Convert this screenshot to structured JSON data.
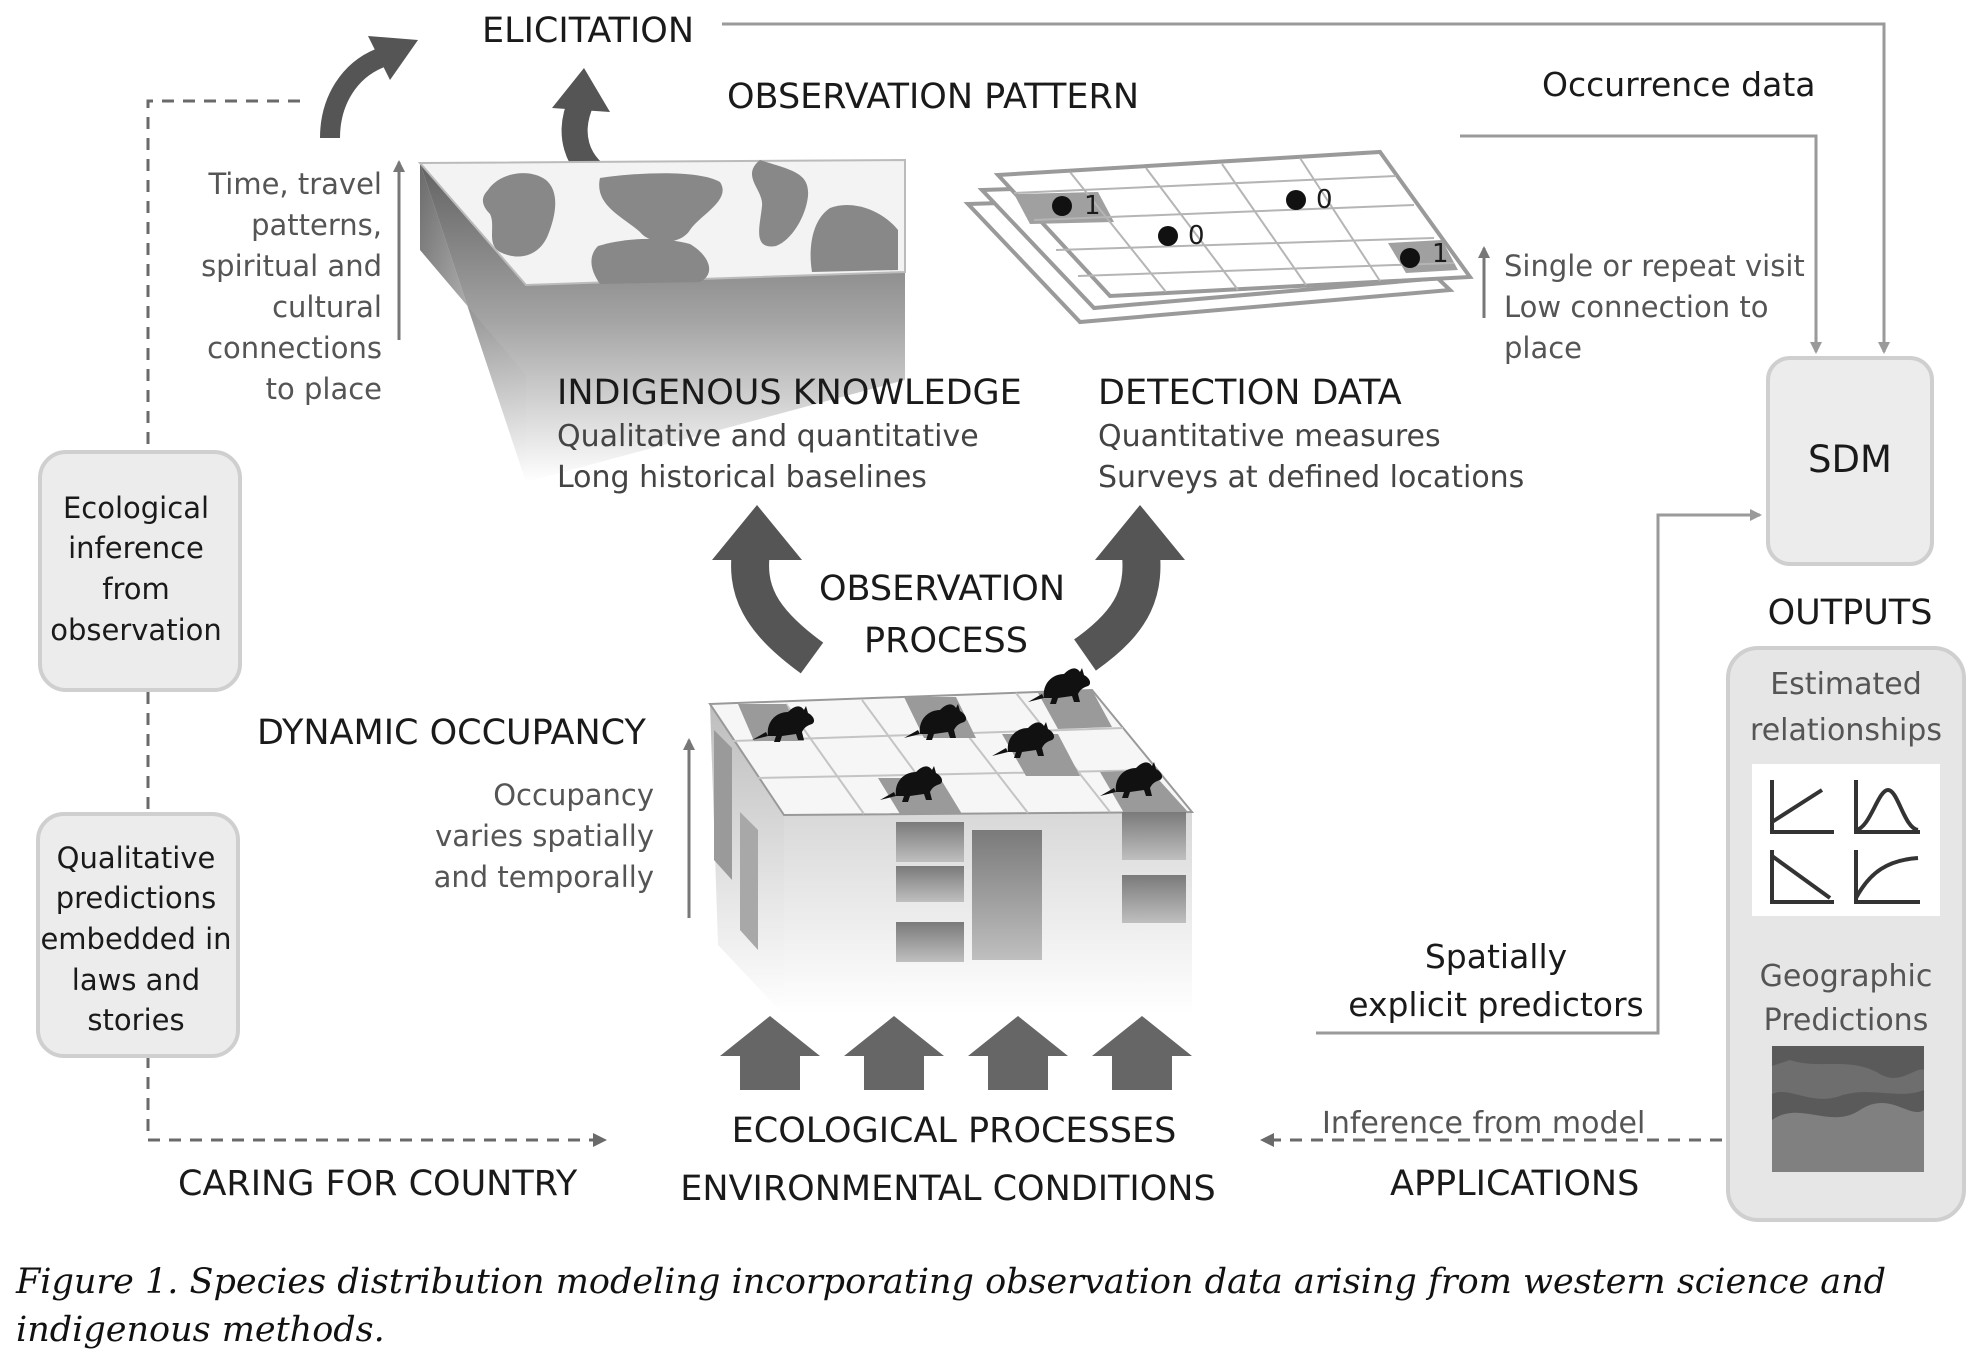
{
  "labels": {
    "elicitation": "ELICITATION",
    "observation_pattern": "OBSERVATION PATTERN",
    "occurrence_data": "Occurrence data",
    "time_travel": [
      "Time, travel",
      "patterns,",
      "spiritual and",
      "cultural",
      "connections",
      "to place"
    ],
    "single_repeat": [
      "Single or repeat visit",
      "Low connection to",
      "place"
    ],
    "indigenous_knowledge": "INDIGENOUS KNOWLEDGE",
    "ik_desc": [
      "Qualitative and quantitative",
      "Long historical baselines"
    ],
    "detection_data": "DETECTION DATA",
    "dd_desc": [
      "Quantitative measures",
      "Surveys at defined locations"
    ],
    "sdm": "SDM",
    "ecological_inference": [
      "Ecological",
      "inference",
      "from",
      "observation"
    ],
    "observation_process": [
      "OBSERVATION",
      "PROCESS"
    ],
    "outputs": "OUTPUTS",
    "estimated_relationships": [
      "Estimated",
      "relationships"
    ],
    "dynamic_occupancy": "DYNAMIC OCCUPANCY",
    "occupancy_varies": [
      "Occupancy",
      "varies spatially",
      "and temporally"
    ],
    "qualitative_predictions": [
      "Qualitative",
      "predictions",
      "embedded in",
      "laws and",
      "stories"
    ],
    "spatially_explicit": [
      "Spatially",
      "explicit predictors"
    ],
    "geographic_predictions": [
      "Geographic",
      "Predictions"
    ],
    "inference_from_model": "Inference from model",
    "ecological_processes": "ECOLOGICAL PROCESSES",
    "environmental_conditions": "ENVIRONMENTAL CONDITIONS",
    "caring_for_country": "CARING FOR COUNTRY",
    "applications": "APPLICATIONS"
  },
  "grid_cells": {
    "cell_a": "1",
    "cell_b": "0",
    "cell_c": "0",
    "cell_d": "1"
  },
  "caption": {
    "line1": "Figure 1.  Species distribution modeling incorporating observation data arising from western science and",
    "line2": "indigenous methods."
  },
  "colors": {
    "text": "#1a1a1a",
    "grey_text": "#555555",
    "arrow_dark": "#555555",
    "line_grey": "#9a9a9a",
    "box_fill": "#ececec",
    "box_stroke": "#cfcfcf"
  }
}
